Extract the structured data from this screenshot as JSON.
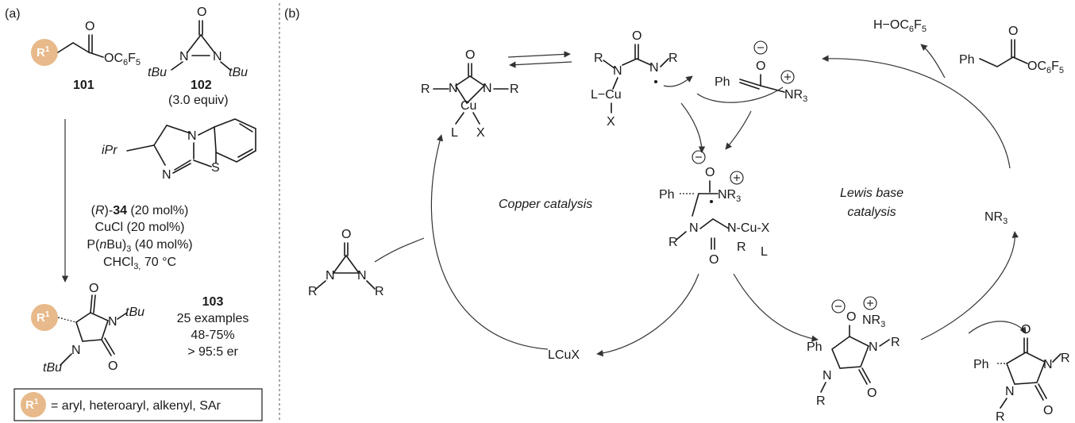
{
  "panel_a": {
    "label": "(a)",
    "reagent_101": {
      "substituent": "R",
      "sup": "1",
      "group": "OC",
      "group_sub": "6",
      "group_after": "F",
      "group_sub2": "5",
      "id": "101"
    },
    "reagent_102": {
      "atoms": [
        "O",
        "N",
        "N"
      ],
      "tbu_left": "tBu",
      "tbu_right": "tBu",
      "id": "102",
      "equiv": "(3.0 equiv)"
    },
    "catalyst": {
      "ipr": "iPr",
      "n": "N",
      "n2": "N",
      "s": "S"
    },
    "conditions": [
      "(R)-34 (20 mol%)",
      "CuCl (20 mol%)",
      "P(nBu)3 (40 mol%)",
      "CHCl3, 70 °C"
    ],
    "product_103": {
      "id": "103",
      "examples": "25 examples",
      "yield": "48-75%",
      "er": "> 95:5 er",
      "tbu_top": "tBu",
      "tbu_bottom": "tBu",
      "o_top": "O",
      "o_bottom": "O",
      "n_right": "N",
      "n_left": "N"
    },
    "legend": "= aryl, heteroaryl, alkenyl, SAr"
  },
  "panel_b": {
    "label": "(b)",
    "copper_catalysis": "Copper catalysis",
    "lewis_base_catalysis_1": "Lewis base",
    "lewis_base_catalysis_2": "catalysis",
    "lcux": "LCuX",
    "nr3": "NR3",
    "h_ocf": "H−OC",
    "ph": "Ph"
  },
  "colors": {
    "accent": "#e8b98a",
    "ink": "#1a1a1a",
    "divider": "#555555"
  }
}
